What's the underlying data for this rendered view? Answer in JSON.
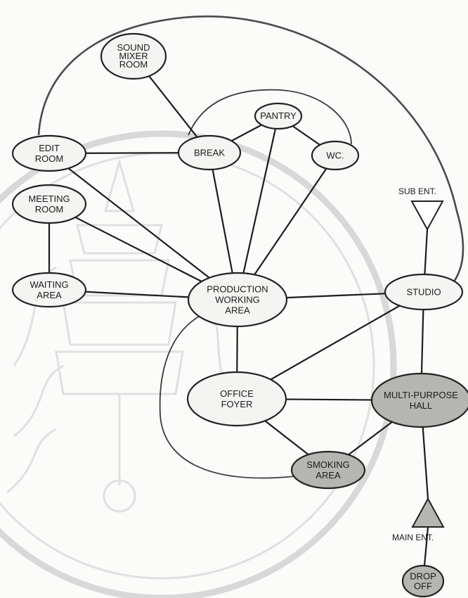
{
  "colors": {
    "node_fill": "#f4f4f2",
    "node_fill_dark": "#b5b5b2",
    "line": "#1c1c1c",
    "watermark": "#d8d8d8"
  },
  "nodes": [
    {
      "id": "sound_mixer_room",
      "lines": [
        "SOUND",
        "MIXER",
        "ROOM"
      ],
      "style": "light"
    },
    {
      "id": "edit_room",
      "lines": [
        "EDIT",
        "ROOM"
      ],
      "style": "light"
    },
    {
      "id": "break",
      "lines": [
        "BREAK"
      ],
      "style": "light"
    },
    {
      "id": "pantry",
      "lines": [
        "PANTRY"
      ],
      "style": "light"
    },
    {
      "id": "wc",
      "lines": [
        "WC."
      ],
      "style": "light"
    },
    {
      "id": "meeting_room",
      "lines": [
        "MEETING",
        "ROOM"
      ],
      "style": "light"
    },
    {
      "id": "waiting_area",
      "lines": [
        "WAITING",
        "AREA"
      ],
      "style": "light"
    },
    {
      "id": "production_working_area",
      "lines": [
        "PRODUCTION",
        "WORKING",
        "AREA"
      ],
      "style": "light"
    },
    {
      "id": "studio",
      "lines": [
        "STUDIO"
      ],
      "style": "light"
    },
    {
      "id": "office_foyer",
      "lines": [
        "OFFICE",
        "FOYER"
      ],
      "style": "light"
    },
    {
      "id": "multi_purpose_hall",
      "lines": [
        "MULTI-PURPOSE",
        "HALL"
      ],
      "style": "dark"
    },
    {
      "id": "smoking_area",
      "lines": [
        "SMOKING",
        "AREA"
      ],
      "style": "dark"
    },
    {
      "id": "drop_off",
      "lines": [
        "DROP",
        "OFF"
      ],
      "style": "dark"
    }
  ],
  "entrances": [
    {
      "id": "sub_ent",
      "label": "SUB ENT.",
      "direction": "down"
    },
    {
      "id": "main_ent",
      "label": "MAIN ENT.",
      "direction": "up"
    }
  ],
  "links": [
    [
      "sound_mixer_room",
      "break"
    ],
    [
      "edit_room",
      "break"
    ],
    [
      "break",
      "pantry"
    ],
    [
      "pantry",
      "wc"
    ],
    [
      "edit_room",
      "production_working_area"
    ],
    [
      "meeting_room",
      "production_working_area"
    ],
    [
      "meeting_room",
      "waiting_area"
    ],
    [
      "waiting_area",
      "production_working_area"
    ],
    [
      "break",
      "production_working_area"
    ],
    [
      "pantry",
      "production_working_area"
    ],
    [
      "wc",
      "production_working_area"
    ],
    [
      "production_working_area",
      "studio"
    ],
    [
      "production_working_area",
      "office_foyer"
    ],
    [
      "studio",
      "office_foyer"
    ],
    [
      "studio",
      "multi_purpose_hall"
    ],
    [
      "studio",
      "sub_ent"
    ],
    [
      "office_foyer",
      "multi_purpose_hall"
    ],
    [
      "office_foyer",
      "smoking_area"
    ],
    [
      "multi_purpose_hall",
      "smoking_area"
    ],
    [
      "multi_purpose_hall",
      "main_ent"
    ],
    [
      "main_ent",
      "drop_off"
    ]
  ]
}
